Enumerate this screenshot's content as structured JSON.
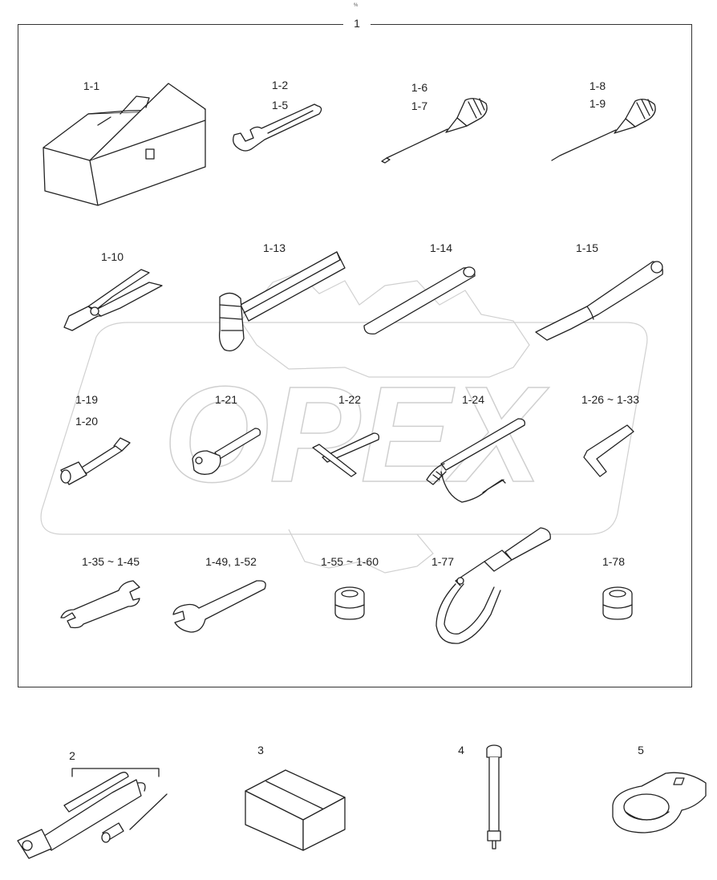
{
  "header": {
    "tiny_mark": "%",
    "kit_number": "1"
  },
  "watermark": {
    "logo_text": "OPEX"
  },
  "items": [
    {
      "label": "1-1",
      "icon": "toolbox-icon"
    },
    {
      "label": "1-2",
      "label2": "1-5",
      "icon": "adjustable-wrench-icon"
    },
    {
      "label": "1-6",
      "label2": "1-7",
      "icon": "flat-screwdriver-icon"
    },
    {
      "label": "1-8",
      "label2": "1-9",
      "icon": "phillips-screwdriver-icon"
    },
    {
      "label": "1-10",
      "icon": "pliers-icon"
    },
    {
      "label": "1-13",
      "icon": "hammer-icon"
    },
    {
      "label": "1-14",
      "icon": "round-bar-icon"
    },
    {
      "label": "1-15",
      "icon": "pry-bar-icon"
    },
    {
      "label": "1-19",
      "label2": "1-20",
      "icon": "extension-bar-icon"
    },
    {
      "label": "1-21",
      "icon": "ratchet-handle-icon"
    },
    {
      "label": "1-22",
      "icon": "t-handle-icon"
    },
    {
      "label": "1-24",
      "icon": "chain-wrench-icon"
    },
    {
      "label": "1-26 ~ 1-33",
      "icon": "hex-key-icon"
    },
    {
      "label": "1-35 ~ 1-45",
      "icon": "double-open-wrench-icon"
    },
    {
      "label": "1-49, 1-52",
      "icon": "single-open-wrench-icon"
    },
    {
      "label": "1-55 ~ 1-60",
      "icon": "socket-icon"
    },
    {
      "label": "1-77",
      "icon": "strap-wrench-icon"
    },
    {
      "label": "1-78",
      "icon": "socket-icon"
    }
  ],
  "extras": [
    {
      "label": "2",
      "icon": "grease-gun-icon"
    },
    {
      "label": "3",
      "icon": "box-icon"
    },
    {
      "label": "4",
      "icon": "long-bolt-icon"
    },
    {
      "label": "5",
      "icon": "ring-adapter-icon"
    }
  ]
}
